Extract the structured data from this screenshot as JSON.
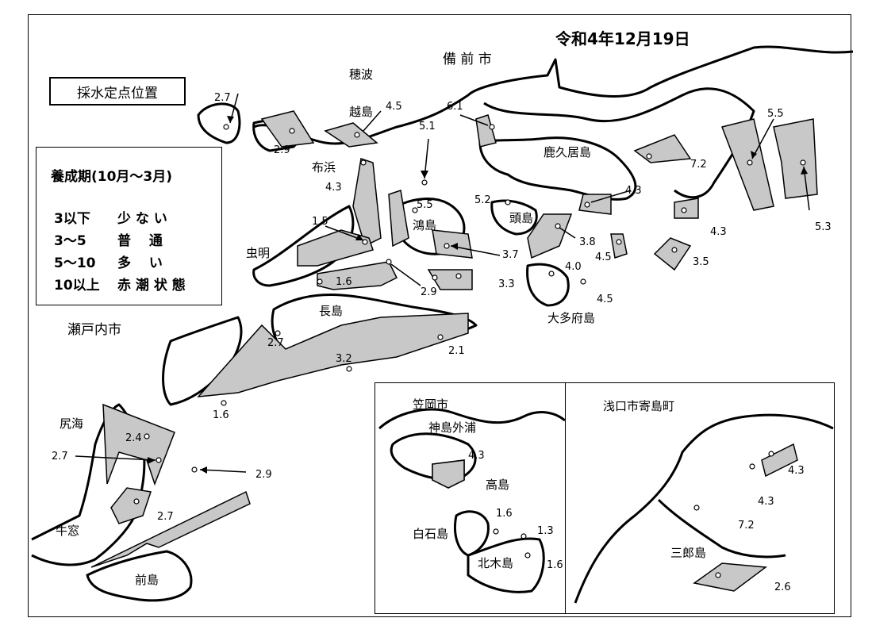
{
  "date": "令和4年12月19日",
  "title": "採水定点位置",
  "legend": {
    "title": "養成期(10月～3月)",
    "rows": [
      {
        "range": "3以下",
        "label": "少 な い"
      },
      {
        "range": "3～5",
        "label": "普　 通"
      },
      {
        "range": "5～10",
        "label": "多　 い"
      },
      {
        "range": "10以上",
        "label": "赤 潮 状 態"
      }
    ]
  },
  "places": {
    "bizen": "備 前 市",
    "honami": "穂波",
    "koshijima": "越島",
    "nunohama": "布浜",
    "kakuishima": "鹿久居島",
    "kashiratoshima": "頭島",
    "konoshima": "鴻島",
    "mushiake": "虫明",
    "nagashima": "長島",
    "setouchi": "瀬戸内市",
    "ooshimafu": "大多府島",
    "shiriumi": "尻海",
    "ushimado": "牛窓",
    "maejima": "前島",
    "kasaoka": "笠岡市",
    "koujimasoto": "神島外浦",
    "takashima": "高島",
    "shiraishi": "白石島",
    "kitagishima": "北木島",
    "asakuchi": "浅口市寄島町",
    "saburojima": "三郎島"
  },
  "stations": {
    "s1": "2.7",
    "s2": "2.9",
    "s3": "4.5",
    "s4": "4.3",
    "s5": "6.1",
    "s6": "5.1",
    "s7": "5.5",
    "s8": "5.2",
    "s9": "4.3",
    "s10": "7.2",
    "s11": "5.5",
    "s12": "5.3",
    "s13": "4.3",
    "s14": "1.5",
    "s15": "3.7",
    "s16": "3.8",
    "s17": "4.5",
    "s18": "3.5",
    "s19": "4.0",
    "s20": "3.3",
    "s21": "4.5",
    "s22": "1.6",
    "s23": "2.9",
    "s24": "2.7",
    "s25": "3.2",
    "s26": "2.1",
    "s27": "1.6",
    "s28": "2.4",
    "s29": "2.7",
    "s30": "2.9",
    "s31": "2.7",
    "s32": "4.3",
    "s33": "1.6",
    "s34": "1.3",
    "s35": "1.6",
    "s36": "4.3",
    "s37": "4.3",
    "s38": "7.2",
    "s39": "2.6"
  },
  "colors": {
    "farm": "#c8c8c8",
    "line": "#000000",
    "land": "#ffffff"
  }
}
